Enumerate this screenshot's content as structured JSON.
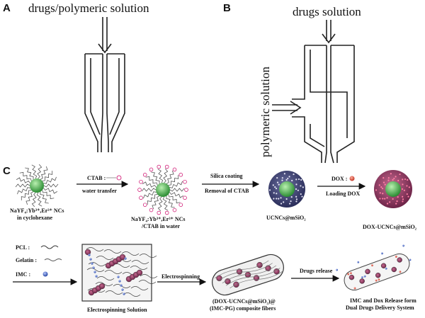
{
  "panels": {
    "a": {
      "letter": "A",
      "title": "drugs/polymeric solution"
    },
    "b": {
      "letter": "B",
      "title": "drugs solution",
      "side_label": "polymeric solution"
    },
    "c": {
      "letter": "C"
    }
  },
  "row1": {
    "nc_label_1": "NaYF₄:Yb³⁺,Er³⁺ NCs",
    "nc_label_2": "in cyclohexane",
    "step1_top": "CTAB :",
    "step1_bottom": "water transfer",
    "nc_ctab_label_1": "NaYF₄:Yb³⁺,Er³⁺ NCs",
    "nc_ctab_label_2": "/CTAB in water",
    "step2_top": "Silica coating",
    "step2_bottom": "Removal of CTAB",
    "ucncs_label": "UCNCs@mSiO₂",
    "step3_top": "DOX :",
    "step3_bottom": "Loading DOX",
    "dox_label": "DOX-UCNCs@mSiO₂"
  },
  "row2": {
    "legend_pcl": "PCL :",
    "legend_gelatin": "Gelatin :",
    "legend_imc": "IMC :",
    "solution_label": "Electrospinning Solution",
    "step4": "Electrospinning",
    "fiber_label_1": "(DOX-UCNCs@mSiO₂)@",
    "fiber_label_2": "(IMC-PG)  composite fibers",
    "step5": "Drugs release",
    "release_label_1": "IMC and Dox Release form",
    "release_label_2": "Dual Drugs Delivery System"
  },
  "colors": {
    "core": "#3aa844",
    "silica": "#3a3f6e",
    "dox": "#b03b6a",
    "imc": "#4a6fd0",
    "dox_ball": "#e05a4a"
  }
}
